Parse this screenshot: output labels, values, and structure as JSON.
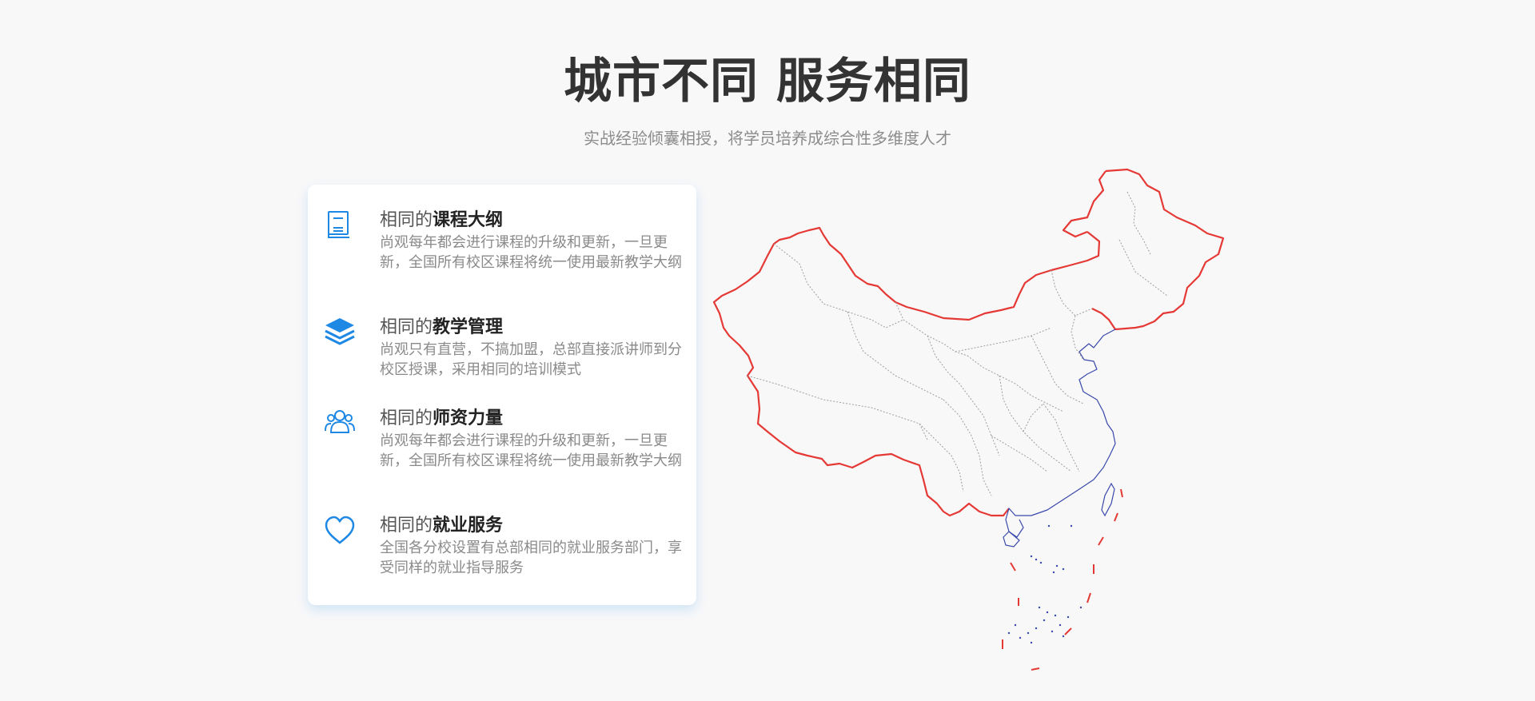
{
  "header": {
    "title": "城市不同 服务相同",
    "subtitle": "实战经验倾囊相授，将学员培养成综合性多维度人才"
  },
  "features": [
    {
      "icon": "book-icon",
      "prefix": "相同的",
      "title": "课程大纲",
      "desc": "尚观每年都会进行课程的升级和更新，一旦更新，全国所有校区课程将统一使用最新教学大纲"
    },
    {
      "icon": "layers-icon",
      "prefix": "相同的",
      "title": "教学管理",
      "desc": "尚观只有直营，不搞加盟，总部直接派讲师到分校区授课，采用相同的培训模式"
    },
    {
      "icon": "users-icon",
      "prefix": "相同的",
      "title": "师资力量",
      "desc": "尚观每年都会进行课程的升级和更新，一旦更新，全国所有校区课程将统一使用最新教学大纲"
    },
    {
      "icon": "heart-icon",
      "prefix": "相同的",
      "title": "就业服务",
      "desc": "全国各分校设置有总部相同的就业服务部门，享受同样的就业指导服务"
    }
  ],
  "colors": {
    "accent": "#1e88e5",
    "title": "#333333",
    "muted": "#8a8a8a",
    "border": "#e53935",
    "coast": "#3949ab"
  }
}
